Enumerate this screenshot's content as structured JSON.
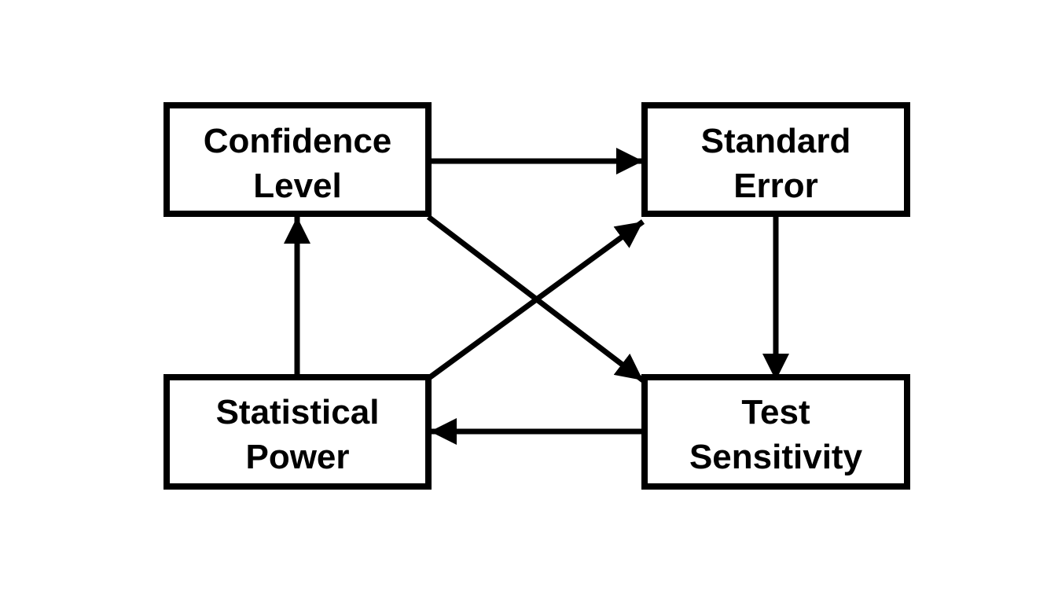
{
  "diagram": {
    "nodes": {
      "confidence_level": {
        "line1": "Confidence",
        "line2": "Level"
      },
      "standard_error": {
        "line1": "Standard",
        "line2": "Error"
      },
      "statistical_power": {
        "line1": "Statistical",
        "line2": "Power"
      },
      "test_sensitivity": {
        "line1": "Test",
        "line2": "Sensitivity"
      }
    },
    "edges": [
      {
        "from": "confidence_level",
        "to": "standard_error"
      },
      {
        "from": "confidence_level",
        "to": "test_sensitivity"
      },
      {
        "from": "statistical_power",
        "to": "confidence_level"
      },
      {
        "from": "statistical_power",
        "to": "standard_error"
      },
      {
        "from": "standard_error",
        "to": "test_sensitivity"
      },
      {
        "from": "test_sensitivity",
        "to": "statistical_power"
      }
    ],
    "colors": {
      "stroke": "#000000",
      "fill": "#ffffff"
    }
  }
}
